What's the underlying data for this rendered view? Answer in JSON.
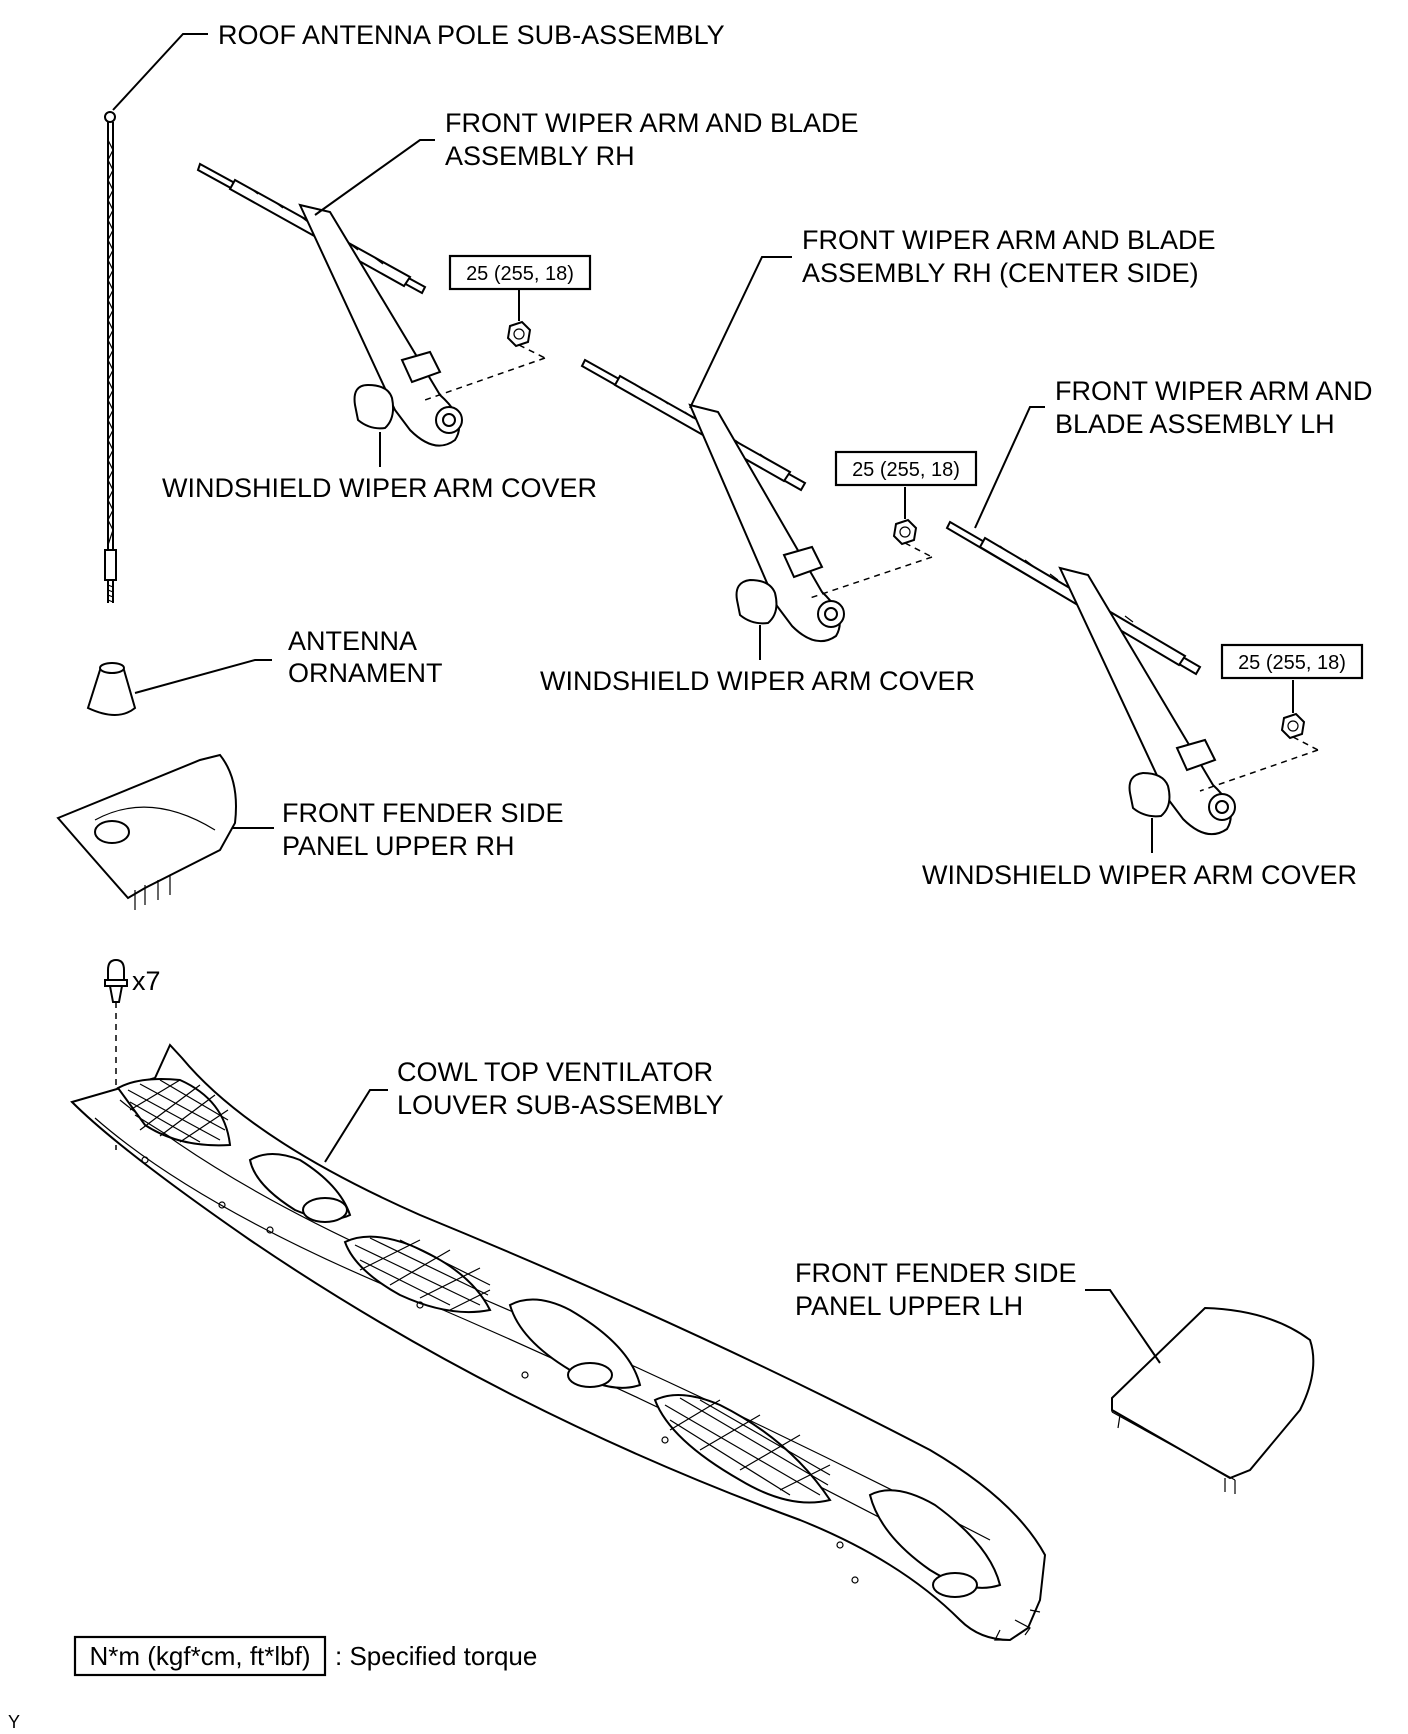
{
  "labels": {
    "roof_antenna": "ROOF ANTENNA POLE SUB-ASSEMBLY",
    "wiper_rh_1": "FRONT WIPER ARM AND BLADE",
    "wiper_rh_2": "ASSEMBLY RH",
    "wiper_center_1": "FRONT WIPER ARM AND BLADE",
    "wiper_center_2": "ASSEMBLY RH (CENTER SIDE)",
    "wiper_lh_1": "FRONT WIPER ARM AND",
    "wiper_lh_2": "BLADE ASSEMBLY LH",
    "arm_cover_1": "WINDSHIELD WIPER ARM COVER",
    "arm_cover_2": "WINDSHIELD WIPER ARM COVER",
    "arm_cover_3": "WINDSHIELD WIPER ARM COVER",
    "antenna_ornament_1": "ANTENNA",
    "antenna_ornament_2": "ORNAMENT",
    "fender_rh_1": "FRONT FENDER SIDE",
    "fender_rh_2": "PANEL UPPER RH",
    "fender_lh_1": "FRONT FENDER SIDE",
    "fender_lh_2": "PANEL UPPER LH",
    "cowl_1": "COWL TOP VENTILATOR",
    "cowl_2": "LOUVER SUB-ASSEMBLY",
    "clip_count": "x7"
  },
  "torque": {
    "rh": "25 (255, 18)",
    "center": "25 (255, 18)",
    "lh": "25 (255, 18)"
  },
  "legend": {
    "unit_box": "N*m (kgf*cm, ft*lbf)",
    "description": ": Specified torque"
  },
  "corner_mark": "Y"
}
